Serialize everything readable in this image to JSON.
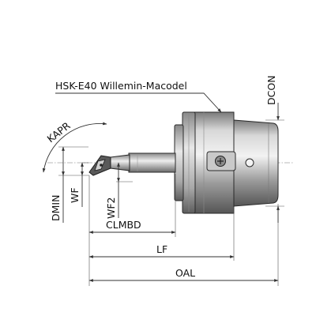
{
  "labels": {
    "holder_name": "HSK-E40 Willemin-Macodel",
    "dcon": "DCON",
    "kapr": "KAPR",
    "dmin": "DMIN",
    "wf": "WF",
    "wf2": "WF2",
    "clmbd": "CLMBD",
    "lf": "LF",
    "oal": "OAL"
  },
  "colors": {
    "steel_light": "#e4e4e4",
    "steel_mid": "#b4b4b4",
    "steel_dark": "#6a6a6a",
    "outline": "#2a2a2a",
    "dimension": "#333333"
  }
}
